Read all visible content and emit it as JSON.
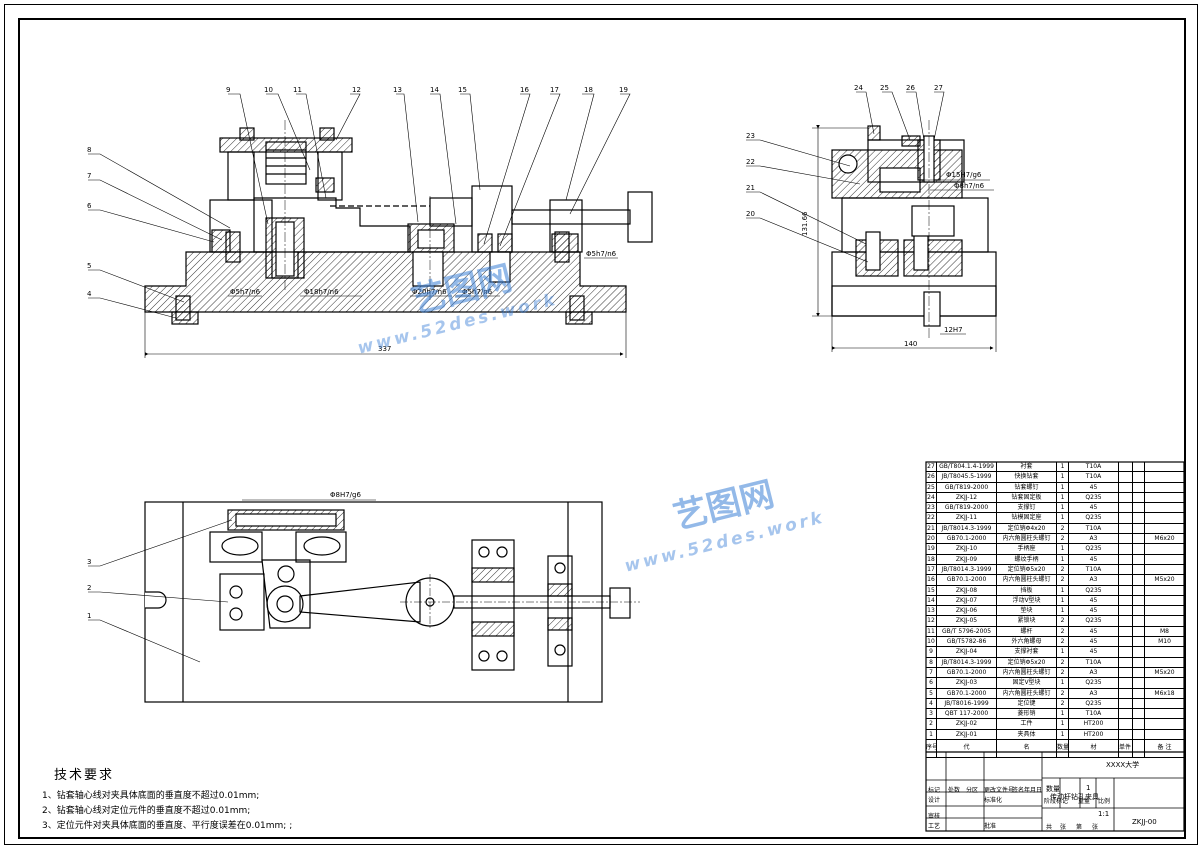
{
  "drawing": {
    "views": {
      "front": {
        "balloons": [
          "9",
          "10",
          "11",
          "12",
          "13",
          "14",
          "15",
          "16",
          "17",
          "18",
          "19",
          "8",
          "7",
          "6",
          "5",
          "4"
        ],
        "dims": [
          "Φ5h7/n6",
          "Φ18h7/n6",
          "Φ20h7/n6",
          "Φ5h7/n6",
          "Φ5h7/n6",
          "337"
        ]
      },
      "side": {
        "balloons": [
          "24",
          "25",
          "26",
          "27",
          "23",
          "22",
          "21",
          "20"
        ],
        "dims": [
          "Φ15H7/g6",
          "Φ8h7/n6",
          "131.66",
          "12H7",
          "140"
        ]
      },
      "top": {
        "balloons": [
          "3",
          "2",
          "1"
        ],
        "dims": [
          "Φ8H7/g6"
        ]
      }
    },
    "watermark": {
      "brand": "艺图网",
      "url": "www.52des.work",
      "color": "#3a7fd6"
    }
  },
  "notes": {
    "title": "技术要求",
    "lines": [
      "1、钻套轴心线对夹具体底面的垂直度不超过0.01mm;",
      "2、钻套轴心线对定位元件的垂直度不超过0.01mm;",
      "3、定位元件对夹具体底面的垂直度、平行度误差在0.01mm; ;"
    ]
  },
  "bom": {
    "rows": [
      [
        "27",
        "GB/T804.1.4-1999",
        "衬套",
        "1",
        "T10A",
        "",
        ""
      ],
      [
        "26",
        "JB/T8045.5-1999",
        "快换钻套",
        "1",
        "T10A",
        "",
        ""
      ],
      [
        "25",
        "GB/T819-2000",
        "钻套螺钉",
        "1",
        "45",
        "",
        ""
      ],
      [
        "24",
        "ZKJJ-12",
        "钻套固定板",
        "1",
        "Q235",
        "",
        ""
      ],
      [
        "23",
        "GB/T819-2000",
        "支撑钉",
        "1",
        "45",
        "",
        ""
      ],
      [
        "22",
        "ZKJJ-11",
        "钻模固定座",
        "1",
        "Q235",
        "",
        ""
      ],
      [
        "21",
        "JB/T8014.3-1999",
        "定位销Φ4x20",
        "2",
        "T10A",
        "",
        ""
      ],
      [
        "20",
        "GB70.1-2000",
        "内六角圆柱头螺钉",
        "2",
        "A3",
        "",
        "M6x20"
      ],
      [
        "19",
        "ZKJJ-10",
        "手柄座",
        "1",
        "Q235",
        "",
        ""
      ],
      [
        "18",
        "ZKJJ-09",
        "螺纹手柄",
        "1",
        "45",
        "",
        ""
      ],
      [
        "17",
        "JB/T8014.3-1999",
        "定位销Φ5x20",
        "2",
        "T10A",
        "",
        ""
      ],
      [
        "16",
        "GB70.1-2000",
        "内六角圆柱头螺钉",
        "2",
        "A3",
        "",
        "M5x20"
      ],
      [
        "15",
        "ZKJJ-08",
        "挡板",
        "1",
        "Q235",
        "",
        ""
      ],
      [
        "14",
        "ZKJJ-07",
        "浮动V型块",
        "1",
        "45",
        "",
        ""
      ],
      [
        "13",
        "ZKJJ-06",
        "垫块",
        "1",
        "45",
        "",
        ""
      ],
      [
        "12",
        "ZKJJ-05",
        "紧锁块",
        "2",
        "Q235",
        "",
        ""
      ],
      [
        "11",
        "GB/T 5796-2005",
        "螺杆",
        "2",
        "45",
        "",
        "M8"
      ],
      [
        "10",
        "GB/T5782-86",
        "外六角螺母",
        "2",
        "45",
        "",
        "M10"
      ],
      [
        "9",
        "ZKJJ-04",
        "支撑衬套",
        "1",
        "45",
        "",
        ""
      ],
      [
        "8",
        "JB/T8014.3-1999",
        "定位销Φ5x20",
        "2",
        "T10A",
        "",
        ""
      ],
      [
        "7",
        "GB70.1-2000",
        "内六角圆柱头螺钉",
        "2",
        "A3",
        "",
        "M5x20"
      ],
      [
        "6",
        "ZKJJ-03",
        "固定V型块",
        "1",
        "Q235",
        "",
        ""
      ],
      [
        "5",
        "GB70.1-2000",
        "内六角圆柱头螺钉",
        "2",
        "A3",
        "",
        "M6x18"
      ],
      [
        "4",
        "JB/T8016-1999",
        "定位键",
        "2",
        "Q235",
        "",
        ""
      ],
      [
        "3",
        "QBT 117-2000",
        "菱形销",
        "1",
        "T10A",
        "",
        ""
      ],
      [
        "2",
        "ZKJJ-02",
        "工件",
        "1",
        "HT200",
        "",
        ""
      ],
      [
        "1",
        "ZKJJ-01",
        "夹具体",
        "1",
        "HT200",
        "",
        ""
      ]
    ],
    "header": [
      "序号",
      "代",
      "号",
      "名",
      "称",
      "数量",
      "材",
      "料",
      "单件 总计 重 量",
      "备 注"
    ]
  },
  "titleblock": {
    "school": "XXXX大学",
    "name": "传动杆钻孔夹具",
    "code": "ZKJJ-00",
    "qty_label": "数量",
    "qty": "1",
    "scale_label": "比例",
    "scale": "1:1",
    "weight_label": "重量",
    "stage_label": "阶段标记",
    "labels": [
      "标记",
      "处数",
      "分区",
      "更改文件号",
      "签名",
      "年月日",
      "设计",
      "标准化",
      "审核",
      "工艺",
      "批准",
      "共",
      "张",
      "第",
      "张"
    ]
  }
}
